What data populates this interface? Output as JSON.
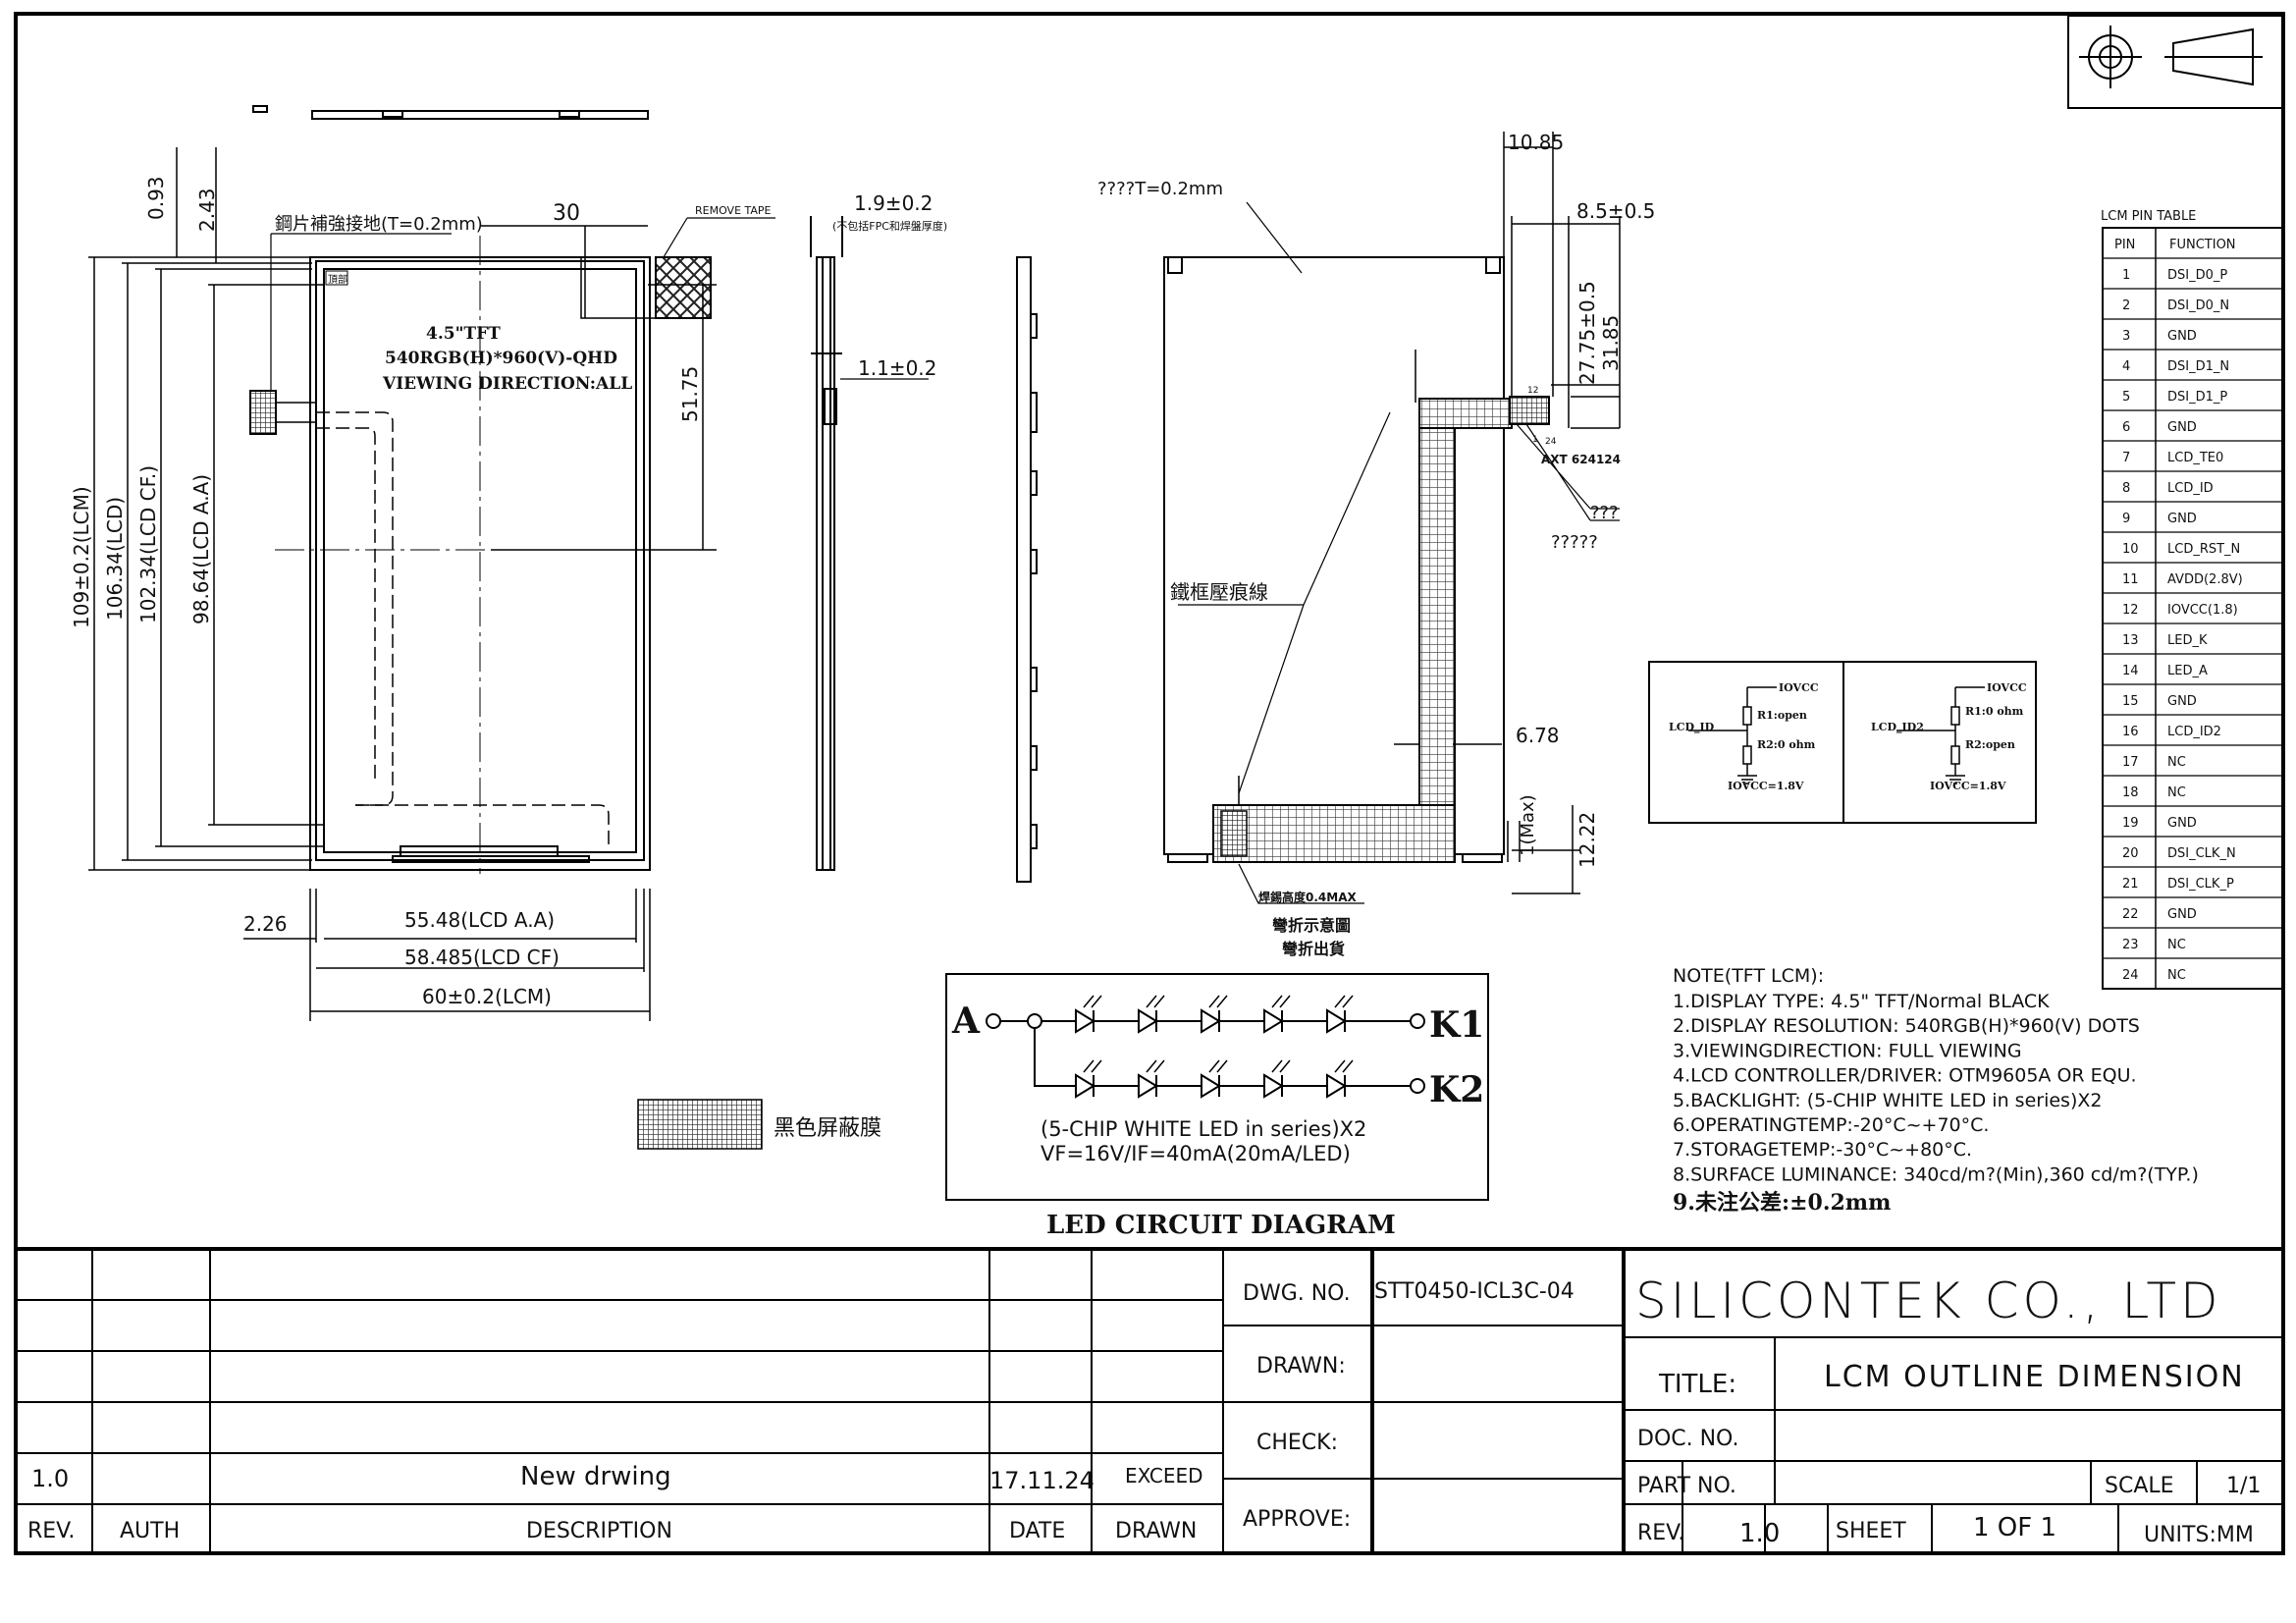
{
  "front_view": {
    "note_steel": "鋼片補強接地(T=0.2mm)",
    "remove_tape": "REMOVE TAPE",
    "dim_top_30": "30",
    "dim_51_75": "51.75",
    "dim_093": "0.93",
    "dim_243": "2.43",
    "dim_109": "109±0.2(LCM)",
    "dim_10634": "106.34(LCD)",
    "dim_10234": "102.34(LCD CF.)",
    "dim_9864": "98.64(LCD A.A)",
    "dim_226": "2.26",
    "dim_5548": "55.48(LCD A.A)",
    "dim_58485": "58.485(LCD CF)",
    "dim_60": "60±0.2(LCM)",
    "panel_title": "4.5\"TFT",
    "panel_res": "540RGB(H)*960(V)-QHD",
    "panel_view": "VIEWING DIRECTION:ALL",
    "corner_mark": "頂部"
  },
  "side_view": {
    "dim_19": "1.9±0.2",
    "dim_19_note": "(不包括FPC和焊盤厚度)",
    "dim_11": "1.1±0.2"
  },
  "back_view": {
    "note_t": "????T=0.2mm",
    "dim_1085": "10.85",
    "dim_85": "8.5±0.5",
    "dim_2775": "27.75±0.5",
    "dim_3185": "31.85",
    "pin12": "12",
    "pin1": "1",
    "pin24": "24",
    "conn_part": "AXT 624124",
    "q3": "???",
    "q5": "?????",
    "iron_frame": "鐵框壓痕線",
    "dim_678": "6.78",
    "dim_1max": "1(Max)",
    "dim_1222": "12.22",
    "solder": "焊錫高度0.4MAX",
    "bend1": "彎折示意圖",
    "bend2": "彎折出貨"
  },
  "schematic": {
    "left": {
      "iovcc": "IOVCC",
      "r1": "R1:open",
      "r2": "R2:0 ohm",
      "sig": "LCD_ID",
      "supply": "IOVCC=1.8V"
    },
    "right": {
      "iovcc": "IOVCC",
      "r1": "R1:0 ohm",
      "r2": "R2:open",
      "sig": "LCD_ID2",
      "supply": "IOVCC=1.8V"
    }
  },
  "pin_table": {
    "title": "LCM PIN TABLE",
    "headers": [
      "PIN",
      "FUNCTION"
    ],
    "rows": [
      [
        "1",
        "DSI_D0_P"
      ],
      [
        "2",
        "DSI_D0_N"
      ],
      [
        "3",
        "GND"
      ],
      [
        "4",
        "DSI_D1_N"
      ],
      [
        "5",
        "DSI_D1_P"
      ],
      [
        "6",
        "GND"
      ],
      [
        "7",
        "LCD_TE0"
      ],
      [
        "8",
        "LCD_ID"
      ],
      [
        "9",
        "GND"
      ],
      [
        "10",
        "LCD_RST_N"
      ],
      [
        "11",
        "AVDD(2.8V)"
      ],
      [
        "12",
        "IOVCC(1.8)"
      ],
      [
        "13",
        "LED_K"
      ],
      [
        "14",
        "LED_A"
      ],
      [
        "15",
        "GND"
      ],
      [
        "16",
        "LCD_ID2"
      ],
      [
        "17",
        "NC"
      ],
      [
        "18",
        "NC"
      ],
      [
        "19",
        "GND"
      ],
      [
        "20",
        "DSI_CLK_N"
      ],
      [
        "21",
        "DSI_CLK_P"
      ],
      [
        "22",
        "GND"
      ],
      [
        "23",
        "NC"
      ],
      [
        "24",
        "NC"
      ]
    ]
  },
  "notes": {
    "header": "NOTE(TFT LCM):",
    "lines": [
      "1.DISPLAY TYPE: 4.5\" TFT/Normal BLACK",
      "2.DISPLAY RESOLUTION: 540RGB(H)*960(V) DOTS",
      "3.VIEWINGDIRECTION: FULL VIEWING",
      "4.LCD CONTROLLER/DRIVER: OTM9605A OR EQU.",
      "5.BACKLIGHT: (5-CHIP WHITE LED in series)X2",
      "6.OPERATINGTEMP:-20°C~+70°C.",
      "7.STORAGETEMP:-30°C~+80°C.",
      "8.SURFACE LUMINANCE: 340cd/m?(Min),360 cd/m?(TYP.)"
    ],
    "tolerance": "9.未注公差:±0.2mm"
  },
  "legend": {
    "black_film": "黑色屏蔽膜"
  },
  "led_circuit": {
    "a": "A",
    "k1": "K1",
    "k2": "K2",
    "desc1": "(5-CHIP WHITE LED in series)X2",
    "desc2": "VF=16V/IF=40mA(20mA/LED)",
    "title": "LED CIRCUIT DIAGRAM"
  },
  "title_block": {
    "rev_row": {
      "rev": "1.0",
      "auth": "",
      "desc": "New drwing",
      "date": "17.11.24",
      "drawn": "EXCEED"
    },
    "headers": {
      "rev": "REV.",
      "auth": "AUTH",
      "desc": "DESCRIPTION",
      "date": "DATE",
      "drawn": "DRAWN"
    },
    "dwg_no_label": "DWG. NO.",
    "dwg_no": "STT0450-ICL3C-04",
    "drawn_label": "DRAWN:",
    "check_label": "CHECK:",
    "approve_label": "APPROVE:",
    "company": "SILICONTEK CO., LTD",
    "title_label": "TITLE:",
    "title": "LCM OUTLINE DIMENSION",
    "doc_no_label": "DOC. NO.",
    "part_no_label": "PART NO.",
    "scale_label": "SCALE",
    "scale": "1/1",
    "rev_label": "REV.",
    "rev": "1.0",
    "sheet_label": "SHEET",
    "sheet": "1 OF 1",
    "units": "UNITS:MM"
  }
}
